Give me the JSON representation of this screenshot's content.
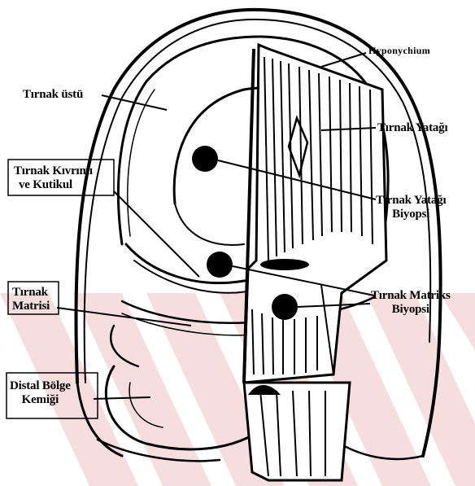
{
  "labels": {
    "hyponychium": "Hyponychium",
    "tirnak_ustu": "Tırnak üstü",
    "tirnak_yatagi": "Tırnak Yatağı",
    "kivrim_line1": "Tırnak Kıvrımı",
    "kivrim_line2": "ve Kutikul",
    "yatak_biyopsi_line1": "Tırnak Yatağı",
    "yatak_biyopsi_line2": "Biyopsi",
    "matris_line1": "Tırnak",
    "matris_line2": "Matrisi",
    "matris_biyopsi_line1": "Tırnak Matriks",
    "matris_biyopsi_line2": "Biyopsi",
    "distal_line1": "Distal Bölge",
    "distal_line2": "Kemiği"
  },
  "colors": {
    "ink": "#000000",
    "watermark": "#f6dede",
    "background": "#ffffff"
  }
}
